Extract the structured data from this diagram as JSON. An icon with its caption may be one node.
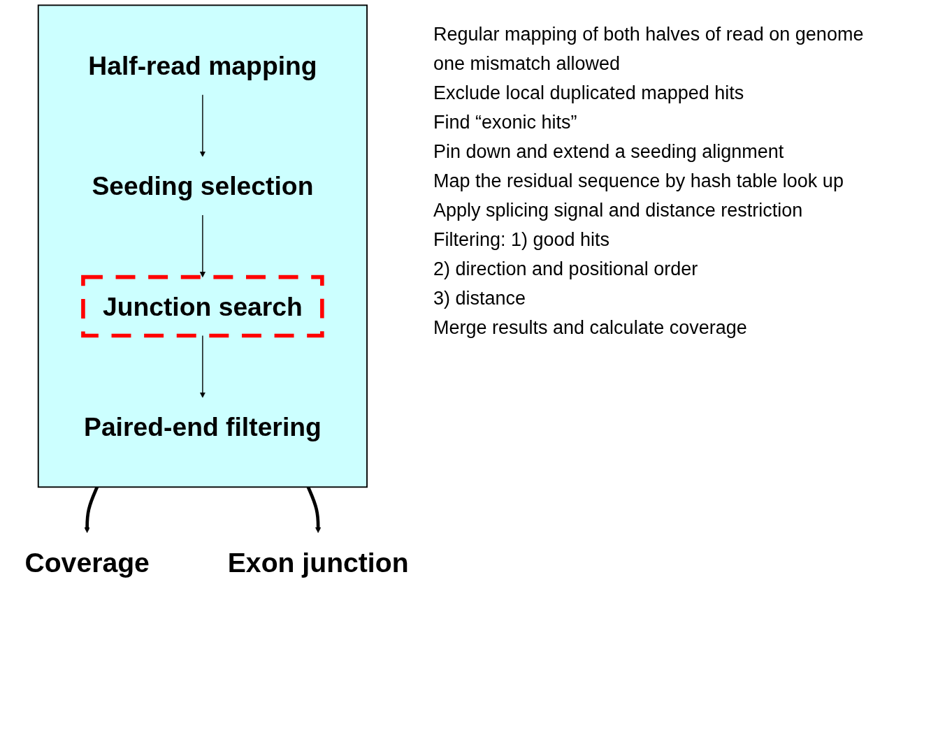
{
  "diagram": {
    "nodes": [
      {
        "text": [],
        "shape": "box"
      },
      {
        "text": [
          "Half-read mapping"
        ],
        "in": 0
      },
      {
        "text": [
          "Seeding selection"
        ],
        "in": 0
      },
      {
        "text": [
          "Junction search"
        ],
        "in": 0
      },
      {
        "text": [
          "Paired-end filtering"
        ],
        "in": 0
      },
      {
        "text": [
          "Coverage"
        ]
      },
      {
        "text": [
          "Exon junction"
        ]
      }
    ],
    "edges": [
      {
        "from": 1,
        "to": 2,
        "arrow": "to"
      },
      {
        "from": 2,
        "to": 3,
        "arrow": "to"
      },
      {
        "from": 3,
        "to": 4,
        "arrow": "to"
      },
      {
        "from": 0,
        "to": 5,
        "arrow": "to",
        "style": "thick"
      },
      {
        "from": 0,
        "to": 6,
        "arrow": "to",
        "style": "thick"
      }
    ],
    "labels": [
      "Regular mapping of both halves of read on genome",
      "one mismatch allowed",
      "Exclude local duplicated mapped hits",
      "Find “exonic hits”",
      "Pin down and extend a seeding alignment",
      "Map the residual sequence by hash table look up",
      "Apply splicing signal and distance restriction",
      "Filtering: 1) good hits",
      "2) direction and positional order",
      "3) distance",
      "Merge results and calculate coverage"
    ]
  }
}
